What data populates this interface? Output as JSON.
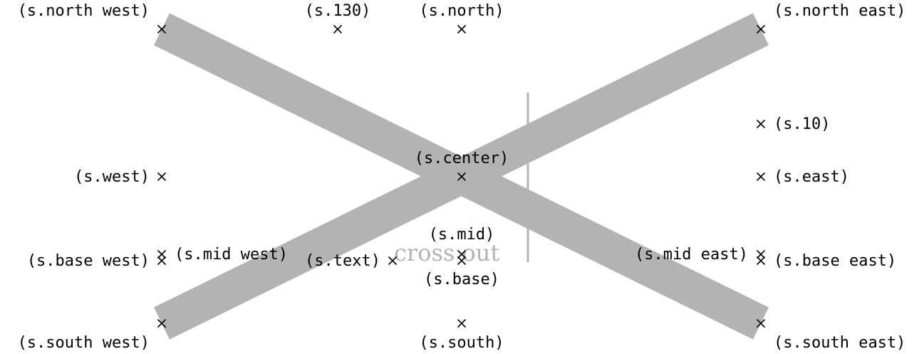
{
  "node": {
    "text": "cross out",
    "color": "#b3b3b3"
  },
  "marker_symbol": "×",
  "anchors": [
    {
      "id": "north-west",
      "label": "(s.north west)"
    },
    {
      "id": "130",
      "label": "(s.130)"
    },
    {
      "id": "north",
      "label": "(s.north)"
    },
    {
      "id": "north-east",
      "label": "(s.north east)"
    },
    {
      "id": "10",
      "label": "(s.10)"
    },
    {
      "id": "center",
      "label": "(s.center)"
    },
    {
      "id": "west",
      "label": "(s.west)"
    },
    {
      "id": "east",
      "label": "(s.east)"
    },
    {
      "id": "mid",
      "label": "(s.mid)"
    },
    {
      "id": "mid-west",
      "label": "(s.mid west)"
    },
    {
      "id": "mid-east",
      "label": "(s.mid east)"
    },
    {
      "id": "base-west",
      "label": "(s.base west)"
    },
    {
      "id": "base-east",
      "label": "(s.base east)"
    },
    {
      "id": "text",
      "label": "(s.text)"
    },
    {
      "id": "base",
      "label": "(s.base)"
    },
    {
      "id": "south-west",
      "label": "(s.south west)"
    },
    {
      "id": "south",
      "label": "(s.south)"
    },
    {
      "id": "south-east",
      "label": "(s.south east)"
    }
  ]
}
